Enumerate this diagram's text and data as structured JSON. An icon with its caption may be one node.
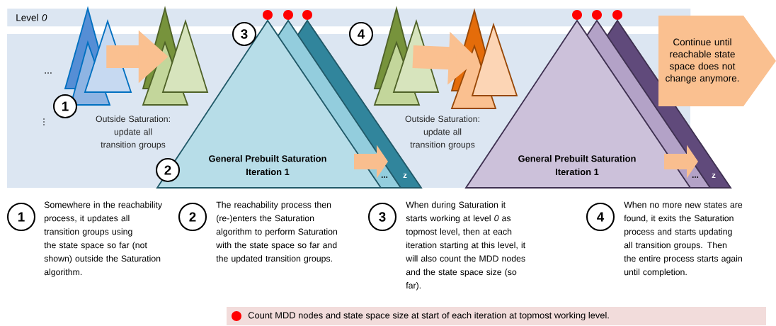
{
  "diagram": {
    "nodes": [
      {
        "text": [
          "Level *0*"
        ]
      },
      {
        "text": [],
        "shape": "triangle"
      },
      {
        "text": [],
        "shape": "triangle"
      },
      {
        "text": [
          "General Prebuilt Saturation",
          "Iteration 1"
        ]
      },
      {
        "text": [],
        "shape": "triangle"
      },
      {
        "text": [],
        "shape": "triangle"
      },
      {
        "text": [
          "General Prebuilt Saturation",
          "Iteration 1"
        ]
      },
      {
        "text": [
          "Continue until reachable state space does not change anymore."
        ]
      },
      {
        "text": [
          "1"
        ],
        "beside": [
          "Somewhere in the reachability process, it updates all transition groups using the state space so far (not shown) outside the Saturation algorithm."
        ]
      },
      {
        "text": [
          "2"
        ],
        "beside": [
          "The reachability process then (re-)enters the Saturation algorithm to perform Saturation with the state space so far and the updated transition groups."
        ]
      },
      {
        "text": [
          "3"
        ],
        "beside": [
          "When during Saturation it starts working at level *0* as topmost level, then at each iteration starting at this level, it will also count the MDD nodes and the state space size (so far)."
        ]
      },
      {
        "text": [
          "4"
        ],
        "beside": [
          "When no more new states are found, it exits the Saturation process and starts updating all transition groups. Then the entire process starts again until completion."
        ]
      }
    ],
    "edges": [
      {
        "from": 1,
        "to": 2,
        "arrow": "to"
      },
      {
        "from": 4,
        "to": 5,
        "arrow": "to"
      }
    ],
    "labels": [
      "...",
      "⋮",
      "1",
      "Outside Saturation: update all transition groups",
      "2",
      "3",
      "...",
      "z",
      "4",
      "Outside Saturation: update all transition groups",
      "...",
      "z"
    ],
    "legend": [
      {
        "text": "Count MDD nodes and state space size at start of each iteration at topmost working level.",
        "color": "#ff0000"
      }
    ]
  }
}
